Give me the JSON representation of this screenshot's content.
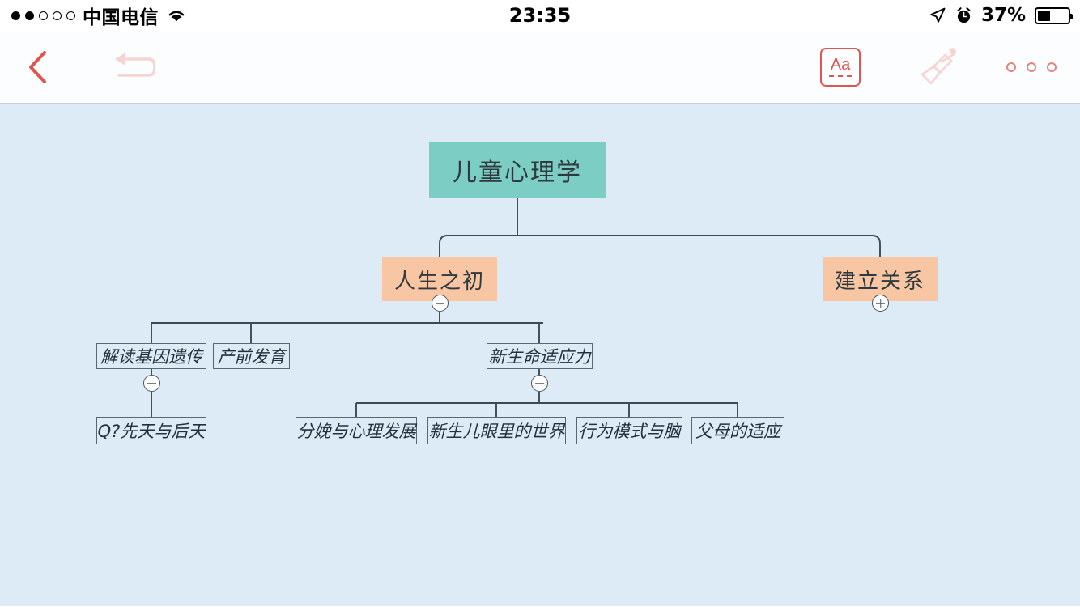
{
  "status_bar": {
    "signal_dots": [
      true,
      true,
      false,
      false,
      false
    ],
    "carrier": "中国电信",
    "wifi_icon": "wifi-icon",
    "time": "23:35",
    "location_icon": "location-arrow-icon",
    "alarm_icon": "alarm-clock-icon",
    "battery_percent": "37%",
    "battery_level": 37
  },
  "toolbar": {
    "back_icon": "chevron-left-icon",
    "undo_icon": "undo-arrow-icon",
    "text_style_label": "Aa",
    "text_style_icon": "text-style-icon",
    "brush_icon": "paintbrush-icon",
    "more_icon": "more-options-icon",
    "accent_color": "#e0564e",
    "disabled_color": "#f6d4d2"
  },
  "canvas": {
    "background_color": "#dcebf5",
    "root_color": "#7ccdc3",
    "level2_color": "#f8c6a2",
    "edge_color": "#3d4a55"
  },
  "mindmap": {
    "root": {
      "label": "儿童心理学"
    },
    "level2": [
      {
        "label": "人生之初",
        "toggle": "collapse"
      },
      {
        "label": "建立关系",
        "toggle": "expand"
      }
    ],
    "level3": [
      {
        "label": "解读基因遗传",
        "toggle": "collapse"
      },
      {
        "label": "产前发育",
        "toggle": null
      },
      {
        "label": "新生命适应力",
        "toggle": "collapse"
      }
    ],
    "level4": [
      {
        "label": "Q?先天与后天"
      },
      {
        "label": "分娩与心理发展"
      },
      {
        "label": "新生儿眼里的世界"
      },
      {
        "label": "行为模式与脑"
      },
      {
        "label": "父母的适应"
      }
    ]
  }
}
